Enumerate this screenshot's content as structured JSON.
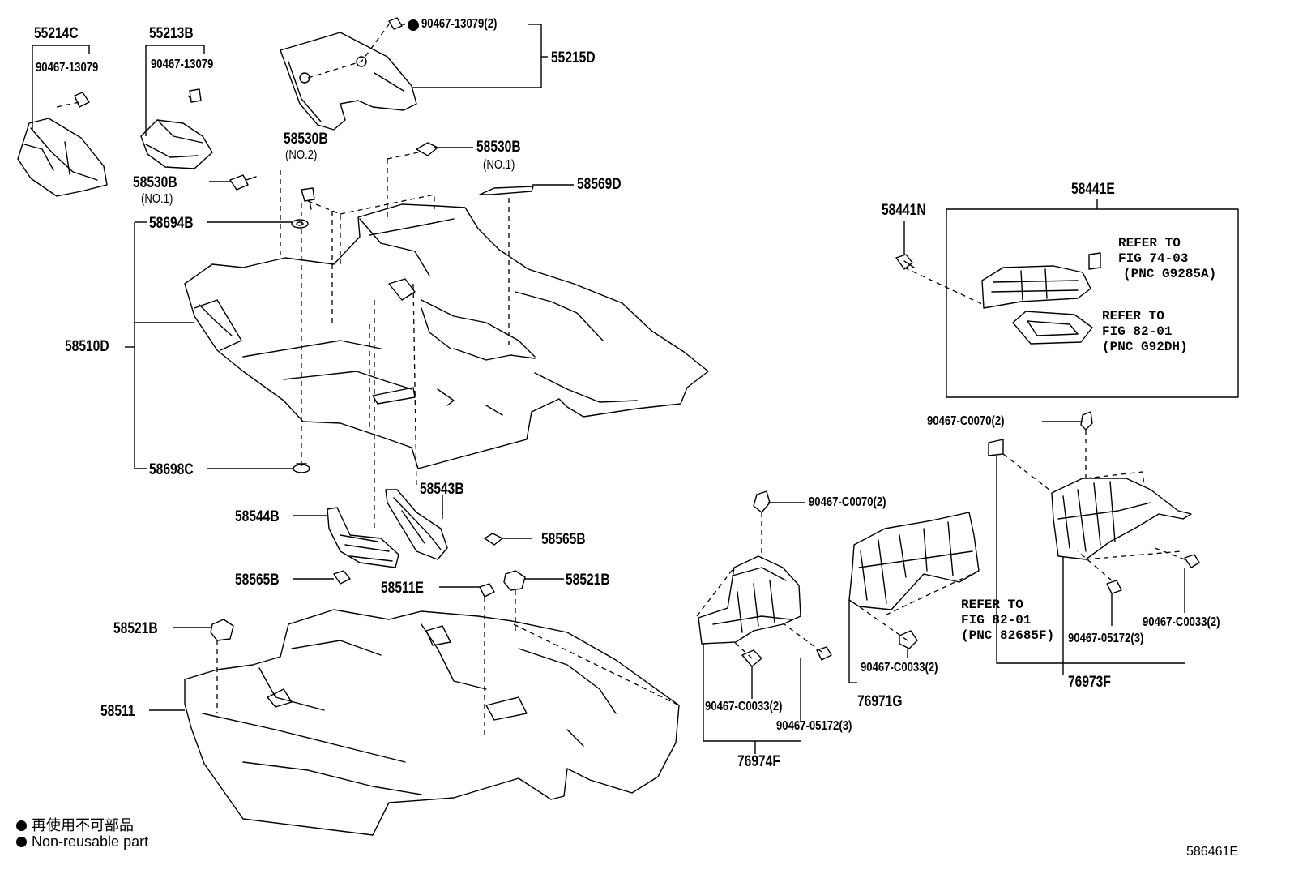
{
  "labels": {
    "p55214c": "55214C",
    "p55214c_sub": "90467-13079",
    "p55213b": "55213B",
    "p55213b_sub": "90467-13079",
    "p90467_13079_2": "90467-13079(2)",
    "p55215d": "55215D",
    "p58530b_no2": "58530B",
    "no2": "(NO.2)",
    "p58530b_no1_top": "58530B",
    "no1_top": "(NO.1)",
    "p58530b_no1_left": "58530B",
    "no1_left": "(NO.1)",
    "p58569d": "58569D",
    "p58694b": "58694B",
    "p58510d": "58510D",
    "p58698c": "58698C",
    "p58543b": "58543B",
    "p58544b": "58544B",
    "p58565b_right": "58565B",
    "p58565b_left": "58565B",
    "p58511e": "58511E",
    "p58521b_right": "58521B",
    "p58521b_left": "58521B",
    "p58511": "58511",
    "p58441e": "58441E",
    "p58441n": "58441N",
    "p90467_c0070_2_right": "90467-C0070(2)",
    "p90467_c0070_2_mid": "90467-C0070(2)",
    "p90467_c0033_2_a": "90467-C0033(2)",
    "p90467_c0033_2_b": "90467-C0033(2)",
    "p90467_c0033_2_c": "90467-C0033(2)",
    "p90467_05172_3_a": "90467-05172(3)",
    "p90467_05172_3_b": "90467-05172(3)",
    "p76974f": "76974F",
    "p76971g": "76971G",
    "p76973f": "76973F"
  },
  "refs": {
    "ref1": [
      "REFER TO",
      "FIG 74-03",
      "(PNC G9285A)"
    ],
    "ref2": [
      "REFER TO",
      "FIG 82-01",
      "(PNC G92DH)"
    ],
    "ref3": [
      "REFER TO",
      "FIG 82-01",
      "(PNC 82685F)"
    ]
  },
  "legend": {
    "jp": "再使用不可部品",
    "en": "Non-reusable part"
  },
  "figure_code": "586461E"
}
